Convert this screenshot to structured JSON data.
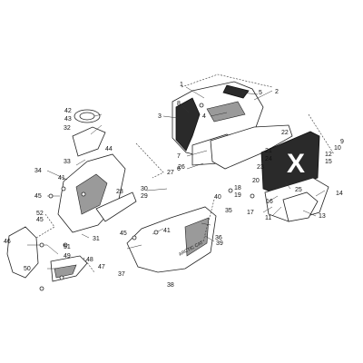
{
  "labels": [
    "1",
    "2",
    "3",
    "4",
    "5",
    "6",
    "7",
    "8",
    "9",
    "10",
    "11",
    "12",
    "13",
    "14",
    "15",
    "16",
    "17",
    "18",
    "19",
    "20",
    "21",
    "22",
    "23",
    "24",
    "25",
    "26",
    "27",
    "28",
    "29",
    "30",
    "31",
    "32",
    "33",
    "34",
    "35",
    "36",
    "37",
    "38",
    "39",
    "40",
    "41",
    "41",
    "42",
    "43",
    "44",
    "45",
    "45",
    "45",
    "46",
    "47",
    "48",
    "49",
    "50",
    "51",
    "52"
  ],
  "hood_text": "ARCTIC CAT",
  "logo_text": "X"
}
